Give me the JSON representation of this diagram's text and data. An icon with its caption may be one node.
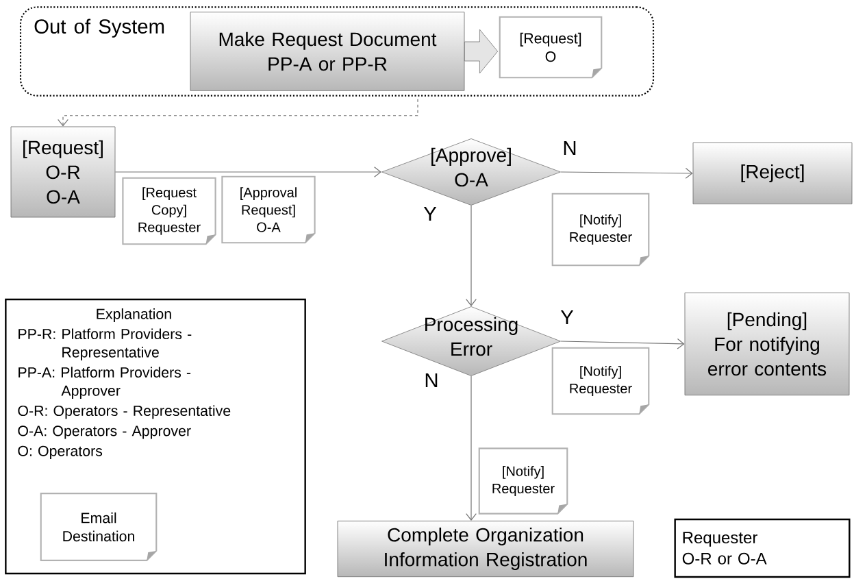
{
  "diagram": {
    "nodes": [
      {
        "text": [
          "Out of System"
        ]
      },
      {
        "text": [
          "Make Request Document",
          "PP-A or PP-R"
        ],
        "in": 0
      },
      {
        "text": [
          "[Request]",
          "O"
        ],
        "in": 0
      },
      {
        "text": [
          "[Request]",
          "O-R",
          "O-A"
        ]
      },
      {
        "text": [
          "[Request Copy]",
          "Requester"
        ]
      },
      {
        "text": [
          "[Approval Request]",
          "O-A"
        ]
      },
      {
        "text": [
          "[Approve]",
          "O-A"
        ]
      },
      {
        "text": [
          "[Reject]"
        ]
      },
      {
        "text": [
          "[Notify]",
          "Requester"
        ]
      },
      {
        "text": [
          "Processing Error"
        ]
      },
      {
        "text": [
          "[Pending]",
          "For notifying error contents"
        ]
      },
      {
        "text": [
          "[Notify]",
          "Requester"
        ]
      },
      {
        "text": [
          "[Notify]",
          "Requester"
        ]
      },
      {
        "text": [
          "Complete Organization Information Registration"
        ]
      },
      {
        "text": [
          "Explanation",
          "PP-R: Platform Providers - Representative",
          "PP-A: Platform Providers - Approver",
          "O-R: Operators - Representative",
          "O-A: Operators - Approver",
          "O: Operators"
        ]
      },
      {
        "text": [
          "Email Destination"
        ],
        "in": 14
      },
      {
        "text": [
          "Requester",
          "O-R or O-A"
        ]
      }
    ],
    "edges": [
      {
        "from": 1,
        "to": 2,
        "arrow": "to",
        "style": "thick"
      },
      {
        "from": 0,
        "to": 3,
        "arrow": "to",
        "style": "dashed"
      },
      {
        "from": 3,
        "to": 6,
        "arrow": "to"
      },
      {
        "from": 6,
        "to": 7,
        "arrow": "to",
        "label": "N"
      },
      {
        "from": 6,
        "to": 9,
        "arrow": "to",
        "label": "Y"
      },
      {
        "from": 9,
        "to": 10,
        "arrow": "to",
        "label": "Y"
      },
      {
        "from": 9,
        "to": 13,
        "arrow": "to",
        "label": "N"
      }
    ]
  }
}
